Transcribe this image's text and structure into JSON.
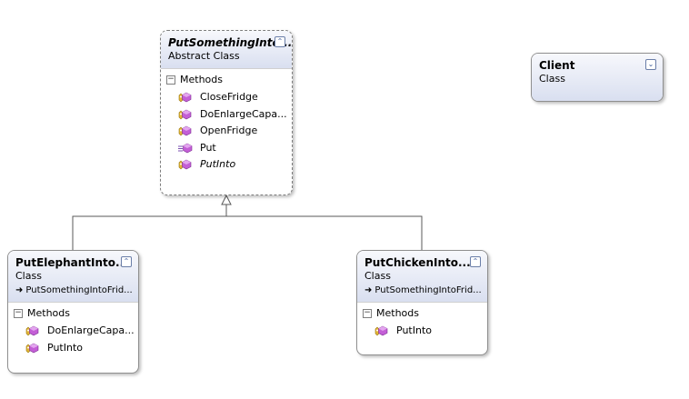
{
  "shapes": {
    "put_something": {
      "name": "PutSomethingInto...",
      "stereotype": "Abstract Class",
      "toggle": "⌃",
      "methods_title": "Methods",
      "methods": [
        "CloseFridge",
        "DoEnlargeCapa...",
        "OpenFridge",
        "Put",
        "PutInto"
      ]
    },
    "client": {
      "name": "Client",
      "stereotype": "Class",
      "toggle": "⌄"
    },
    "put_elephant": {
      "name": "PutElephantInto...",
      "stereotype": "Class",
      "base": "PutSomethingIntoFrid...",
      "toggle": "⌃",
      "methods_title": "Methods",
      "methods": [
        "DoEnlargeCapa...",
        "PutInto"
      ]
    },
    "put_chicken": {
      "name": "PutChickenInto...",
      "stereotype": "Class",
      "base": "PutSomethingIntoFrid...",
      "toggle": "⌃",
      "methods_title": "Methods",
      "methods": [
        "PutInto"
      ]
    }
  },
  "icons": {
    "method": "method-icon",
    "protected_method": "protected-method-icon",
    "public_method": "public-method-icon",
    "inherit_arrow": "inheritance-arrow-icon"
  },
  "colors": {
    "header_top": "#f7f8fc",
    "header_bottom": "#d9dff0",
    "method_icon": "#b04fc4",
    "key_icon": "#d4a21a",
    "connector": "#5a5a5a"
  }
}
